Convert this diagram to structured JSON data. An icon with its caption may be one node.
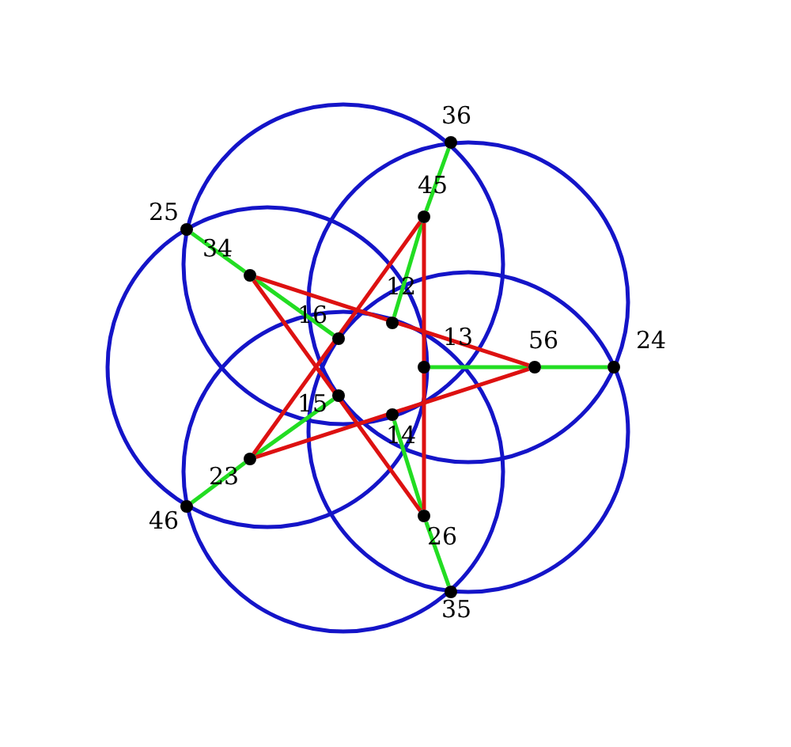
{
  "diagram": {
    "nodes": [
      {
        "text": [],
        "shape": "circle",
        "beside": [
          "36"
        ]
      },
      {
        "text": [],
        "shape": "circle",
        "beside": [
          "45"
        ]
      },
      {
        "text": [],
        "shape": "circle",
        "beside": [
          "25"
        ]
      },
      {
        "text": [],
        "shape": "circle",
        "beside": [
          "34"
        ]
      },
      {
        "text": [],
        "shape": "circle",
        "beside": [
          "12"
        ]
      },
      {
        "text": [],
        "shape": "circle",
        "beside": [
          "16"
        ]
      },
      {
        "text": [],
        "shape": "circle",
        "beside": [
          "13"
        ]
      },
      {
        "text": [],
        "shape": "circle",
        "beside": [
          "56"
        ]
      },
      {
        "text": [],
        "shape": "circle",
        "beside": [
          "24"
        ]
      },
      {
        "text": [],
        "shape": "circle",
        "beside": [
          "15"
        ]
      },
      {
        "text": [],
        "shape": "circle",
        "beside": [
          "14"
        ]
      },
      {
        "text": [],
        "shape": "circle",
        "beside": [
          "23"
        ]
      },
      {
        "text": [],
        "shape": "circle",
        "beside": [
          "46"
        ]
      },
      {
        "text": [],
        "shape": "circle",
        "beside": [
          "26"
        ]
      },
      {
        "text": [],
        "shape": "circle",
        "beside": [
          "35"
        ]
      }
    ],
    "edges": [
      {
        "from": 0,
        "to": 1,
        "arrow": "none"
      },
      {
        "from": 1,
        "to": 4,
        "arrow": "none"
      },
      {
        "from": 2,
        "to": 3,
        "arrow": "none"
      },
      {
        "from": 3,
        "to": 5,
        "arrow": "none"
      },
      {
        "from": 8,
        "to": 7,
        "arrow": "none"
      },
      {
        "from": 7,
        "to": 6,
        "arrow": "none"
      },
      {
        "from": 12,
        "to": 11,
        "arrow": "none"
      },
      {
        "from": 11,
        "to": 9,
        "arrow": "none"
      },
      {
        "from": 14,
        "to": 13,
        "arrow": "none"
      },
      {
        "from": 13,
        "to": 10,
        "arrow": "none"
      },
      {
        "from": 1,
        "to": 13,
        "arrow": "none",
        "color": "#dd1111"
      },
      {
        "from": 13,
        "to": 3,
        "arrow": "none",
        "color": "#dd1111"
      },
      {
        "from": 3,
        "to": 7,
        "arrow": "none",
        "color": "#dd1111"
      },
      {
        "from": 7,
        "to": 11,
        "arrow": "none",
        "color": "#dd1111"
      },
      {
        "from": 11,
        "to": 1,
        "arrow": "none",
        "color": "#dd1111"
      }
    ]
  }
}
